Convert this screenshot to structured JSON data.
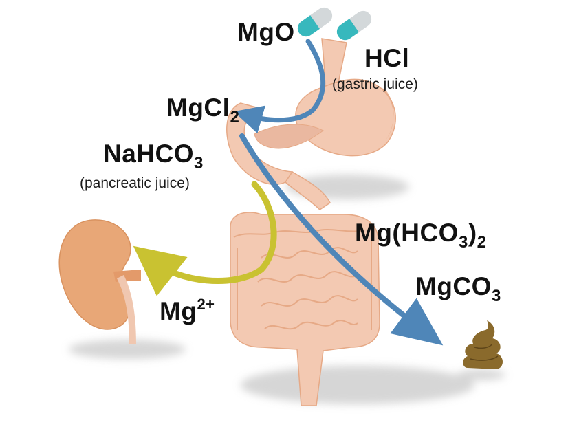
{
  "labels": {
    "mgo": "MgO",
    "hcl": "HCl",
    "gastric_juice": "(gastric juice)",
    "mgcl2": {
      "base": "MgCl",
      "sub": "2"
    },
    "nahco3": {
      "base": "NaHCO",
      "sub": "3"
    },
    "pancreatic_juice": "(pancreatic juice)",
    "mg_hco3_2": {
      "base": "Mg(HCO",
      "sub1": "3",
      "close": ")",
      "sub2": "2"
    },
    "mgco3": {
      "base": "MgCO",
      "sub": "3"
    },
    "mg_ion": {
      "base": "Mg",
      "sup": "2+"
    }
  },
  "icons": {
    "capsules": "capsule-icon",
    "stomach": "stomach-icon",
    "intestines": "intestines-icon",
    "kidney": "kidney-icon",
    "feces": "feces-icon"
  },
  "colors": {
    "blue_arrow": "#4f86b8",
    "yellow_arrow": "#c9c231",
    "organ": "#f3c9b2",
    "organ_dark": "#e6a986",
    "kidney": "#e8a777",
    "feces": "#8a6a2c",
    "capsule_teal": "#37b8bd",
    "capsule_grey": "#d3d8da",
    "shadow": "#b5b5b5"
  }
}
